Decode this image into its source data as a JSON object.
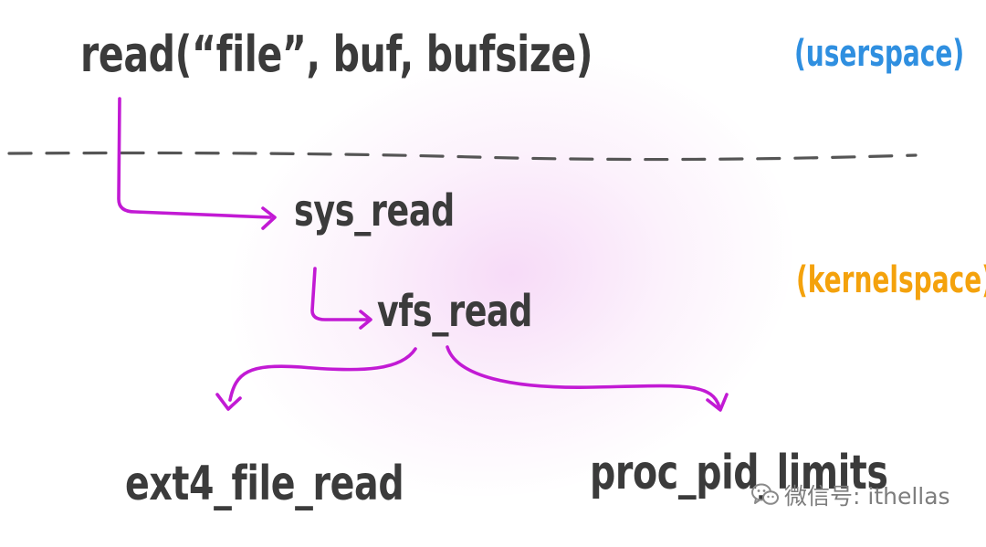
{
  "diagram": {
    "nodes": {
      "userspace_call": "read(“file”, buf, bufsize)",
      "sys_read": "sys_read",
      "vfs_read": "vfs_read",
      "ext4_file_read": "ext4_file_read",
      "proc_pid_limits": "proc_pid_limits"
    },
    "regions": {
      "userspace": "(userspace)",
      "kernelspace": "(kernelspace)"
    },
    "colors": {
      "text": "#3b3b3b",
      "arrow": "#c21ad4",
      "userspace": "#2f8fe0",
      "kernelspace": "#f4a20c",
      "divider": "#555555"
    }
  },
  "watermark": {
    "text": "微信号: ithellas",
    "icon": "wechat-icon"
  }
}
